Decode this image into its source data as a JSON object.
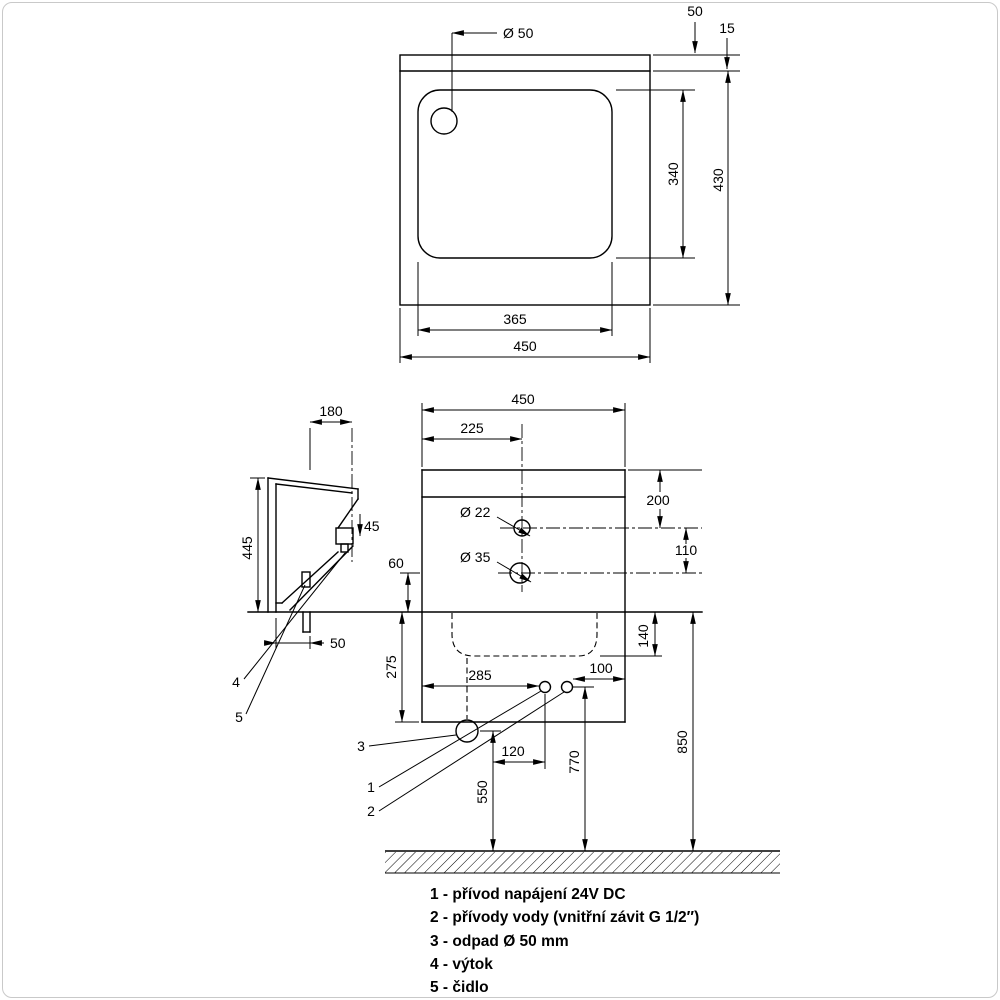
{
  "top_view": {
    "drain_label": "Ø 50",
    "dim_depth_back": "50",
    "dim_rim": "15",
    "dim_basin_depth": "340",
    "dim_total_depth": "430",
    "dim_basin_width": "365",
    "dim_total_width": "450"
  },
  "front_view": {
    "dim_total_width": "450",
    "dim_center": "225",
    "hole_top_label": "Ø 22",
    "hole_bottom_label": "Ø 35",
    "dim_top_to_hole": "200",
    "dim_between_holes": "110",
    "dim_hole_to_bottom": "60",
    "dim_basin_under": "140",
    "dim_apron": "275",
    "dim_inlet_x": "285",
    "dim_inlet_edge": "100",
    "dim_mount_height": "850",
    "dim_inlet_height": "770",
    "dim_drain_height": "550",
    "dim_drain_offset": "120"
  },
  "side_view": {
    "dim_spout_reach": "180",
    "dim_height": "445",
    "dim_spout": "45",
    "dim_bottom": "50"
  },
  "callouts": {
    "c1": "1",
    "c2": "2",
    "c3": "3",
    "c4": "4",
    "c5": "5"
  },
  "legend": {
    "item1": "1 - přívod napájení 24V DC",
    "item2": "2 - přívody vody (vnitřní závit G 1/2″)",
    "item3": "3 - odpad Ø 50 mm",
    "item4": "4 - výtok",
    "item5": "5 - čidlo"
  }
}
